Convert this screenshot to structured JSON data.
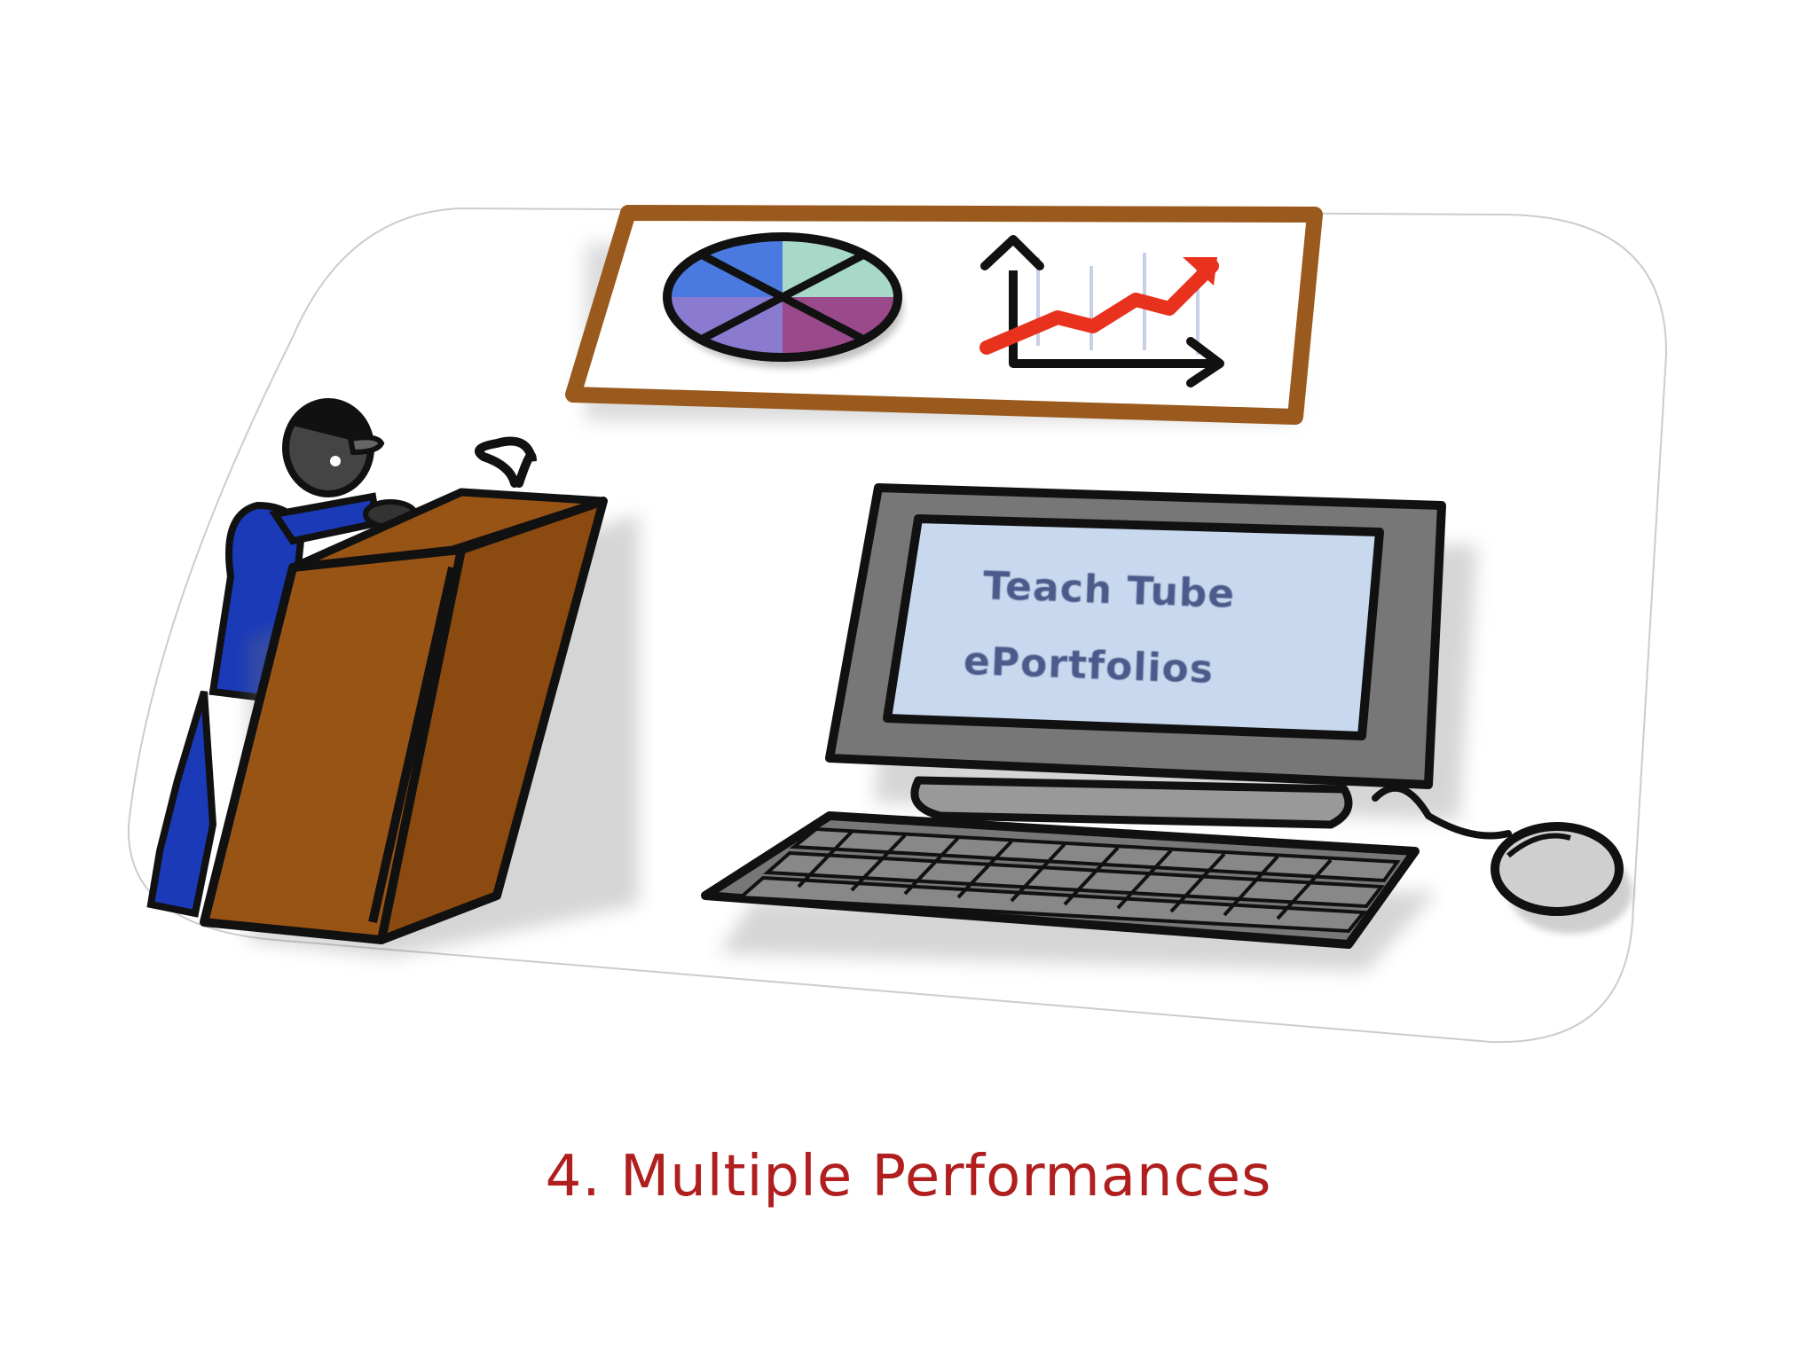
{
  "slide": {
    "screen_line_1": "Teach Tube",
    "screen_line_2": "ePortfolios",
    "caption": "4. Multiple Performances"
  },
  "colors": {
    "caption": "#b01e1e",
    "podium": "#985414",
    "frame": "#9a5a1e",
    "shirt": "#1a3ab8",
    "screen": "#c8d8ee",
    "line_chart": "#e8321e",
    "pie": [
      "#a8d8c8",
      "#9a4a8a",
      "#8a7ad0",
      "#4a7ae0"
    ]
  },
  "icons": {
    "speaker": "person-at-podium-icon",
    "frame": "framed-charts-icon",
    "pie": "pie-chart-icon",
    "line": "rising-line-chart-icon",
    "computer": "desktop-computer-icon",
    "keyboard": "keyboard-icon",
    "mouse": "mouse-icon"
  }
}
